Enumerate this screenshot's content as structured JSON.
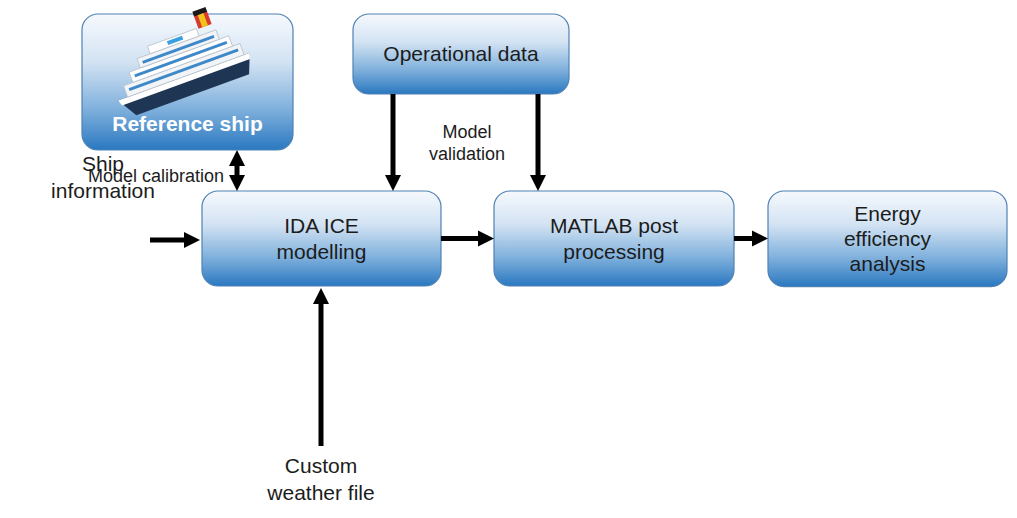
{
  "diagram": {
    "nodes": [
      {
        "text": [
          "Reference ship"
        ]
      },
      {
        "text": [
          "Operational data"
        ]
      },
      {
        "text": [
          "IDA ICE modelling"
        ]
      },
      {
        "text": [
          "MATLAB post processing"
        ]
      },
      {
        "text": [
          "Energy efficiency analysis"
        ]
      }
    ],
    "edges": [
      {
        "from": 0,
        "to": 2,
        "arrow": "both",
        "label": "Model calibration"
      },
      {
        "from": 1,
        "to": 2,
        "arrow": "to",
        "label": "Model validation"
      },
      {
        "from": 1,
        "to": 3,
        "arrow": "to"
      },
      {
        "from": 2,
        "to": 3,
        "arrow": "to"
      },
      {
        "from": 3,
        "to": 4,
        "arrow": "to"
      }
    ],
    "labels": [
      "Ship information",
      "Custom weather file"
    ]
  }
}
